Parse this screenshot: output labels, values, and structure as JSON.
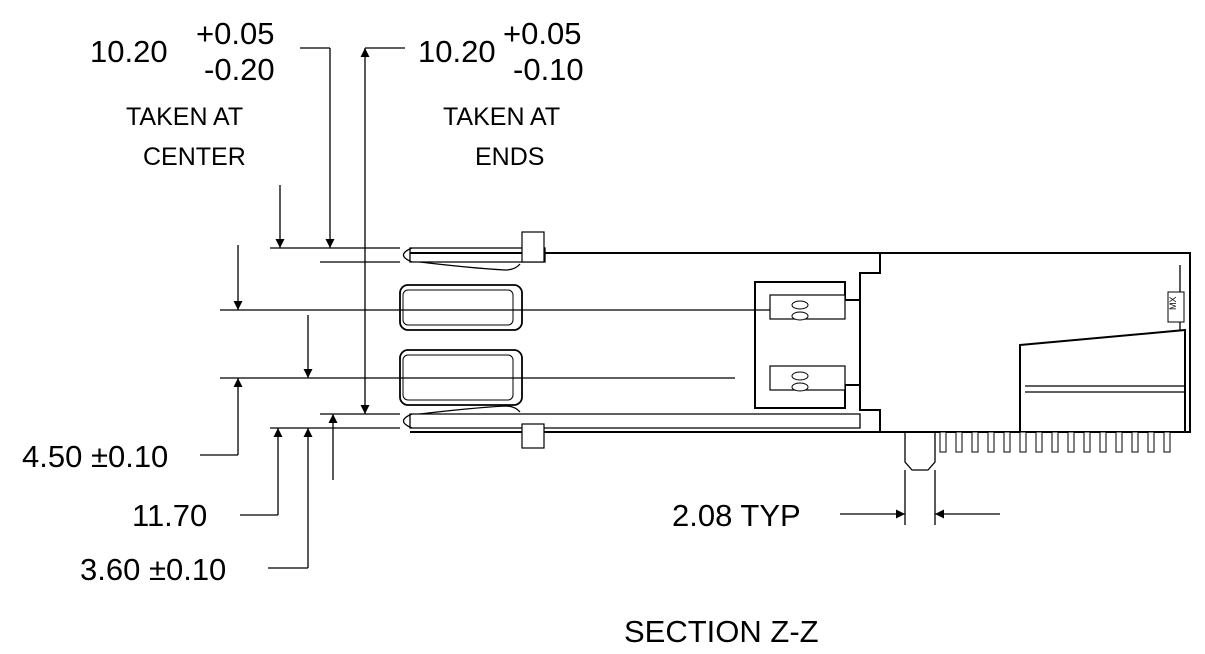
{
  "diagram": {
    "title": "SECTION Z-Z",
    "dimensions": {
      "center": {
        "value": "10.20",
        "tol_plus": "+0.05",
        "tol_minus": "-0.20",
        "note_line1": "TAKEN AT",
        "note_line2": "CENTER"
      },
      "ends": {
        "value": "10.20",
        "tol_plus": "+0.05",
        "tol_minus": "-0.10",
        "note_line1": "TAKEN AT",
        "note_line2": "ENDS"
      },
      "d450": "4.50 ±0.10",
      "d1170": "11.70",
      "d360": "3.60 ±0.10",
      "pitch": "2.08 TYP"
    },
    "marking": "MX"
  }
}
